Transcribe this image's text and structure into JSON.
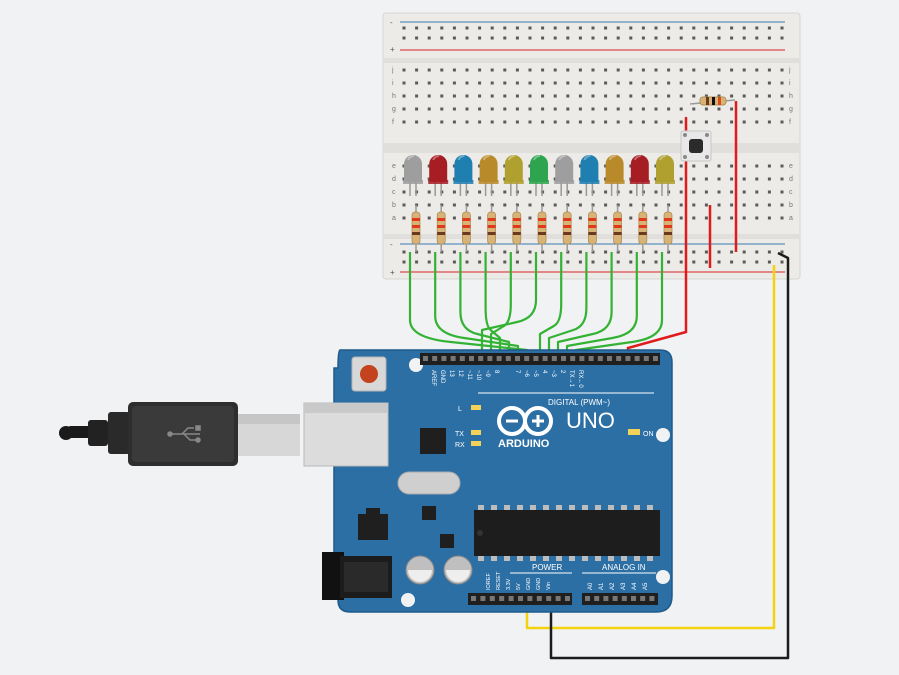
{
  "board": {
    "brand": "ARDUINO",
    "model": "UNO",
    "digital_header_label": "DIGITAL (PWM~)",
    "power_label": "POWER",
    "analog_label": "ANALOG IN",
    "on_label": "ON",
    "l_label": "L",
    "tx_label": "TX",
    "rx_label": "RX",
    "digital_pins": [
      "AREF",
      "GND",
      "13",
      "12",
      "~11",
      "~10",
      "~9",
      "8",
      "7",
      "~6",
      "~5",
      "4",
      "~3",
      "2",
      "TX→1",
      "RX←0"
    ],
    "power_pins": [
      "IOREF",
      "RESET",
      "3.3V",
      "5V",
      "GND",
      "GND",
      "Vin"
    ],
    "analog_pins": [
      "A0",
      "A1",
      "A2",
      "A3",
      "A4",
      "A5"
    ]
  },
  "breadboard": {
    "row_letters_top": [
      "j",
      "i",
      "h",
      "g",
      "f"
    ],
    "row_letters_bottom": [
      "e",
      "d",
      "c",
      "b",
      "a"
    ],
    "rail_plus": "+",
    "rail_minus": "-"
  },
  "leds": [
    {
      "color": "#9e9e9e"
    },
    {
      "color": "#a61d24"
    },
    {
      "color": "#1f7fb0"
    },
    {
      "color": "#b88a2a"
    },
    {
      "color": "#b0a030"
    },
    {
      "color": "#2fa44f"
    },
    {
      "color": "#9e9e9e"
    },
    {
      "color": "#1f7fb0"
    },
    {
      "color": "#b88a2a"
    },
    {
      "color": "#a61d24"
    },
    {
      "color": "#b0a030"
    }
  ],
  "wires": {
    "signal_color": "#33b234",
    "button_color": "#e01b1b",
    "power_color": "#f5d20f",
    "ground_color": "#1c1c1c"
  },
  "colors": {
    "board": "#2c6fa5",
    "board_edge": "#1e5a8a",
    "breadboard": "#ecebe8"
  }
}
